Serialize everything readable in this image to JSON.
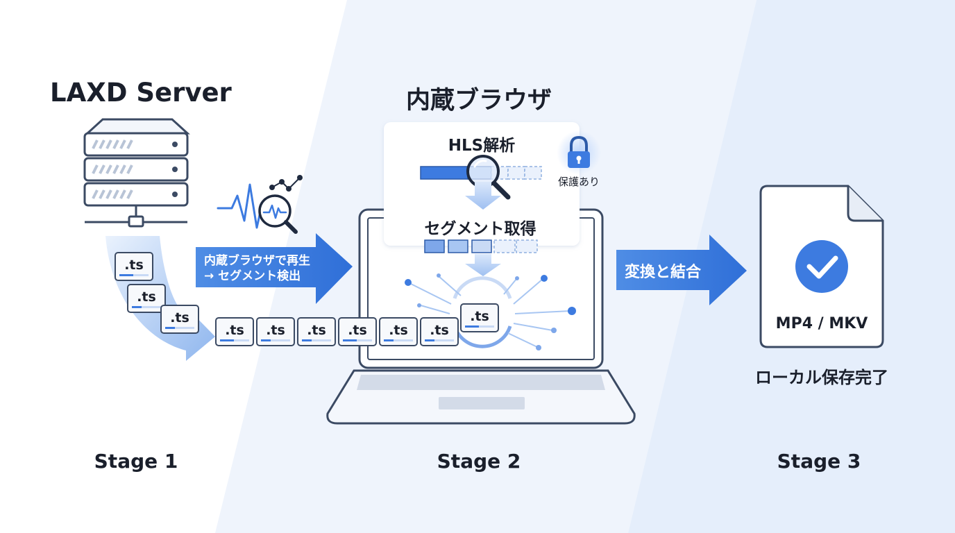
{
  "stage1": {
    "title": "LAXD Server",
    "label": "Stage 1"
  },
  "stage2": {
    "title": "内蔵ブラウザ",
    "label": "Stage 2",
    "hls_label": "HLS解析",
    "protected_label": "保護あり",
    "segment_label": "セグメント取得"
  },
  "stage3": {
    "file_format": "MP4 / MKV",
    "status": "ローカル保存完了",
    "label": "Stage 3"
  },
  "arrows": {
    "play_detect_line1": "内蔵ブラウザで再生",
    "play_detect_line2": "→ セグメント検出",
    "convert_merge": "変換と結合"
  },
  "segment_ext": ".ts",
  "colors": {
    "accent": "#3d7be0",
    "accent_light": "#a8c6f2",
    "ink": "#1a1f2b",
    "panel": "#eef4fd"
  },
  "icons": [
    "server-icon",
    "waveform-magnifier-icon",
    "magnifier-icon",
    "lock-icon",
    "laptop-icon",
    "document-icon",
    "checkmark-icon",
    "right-arrow-icon"
  ]
}
